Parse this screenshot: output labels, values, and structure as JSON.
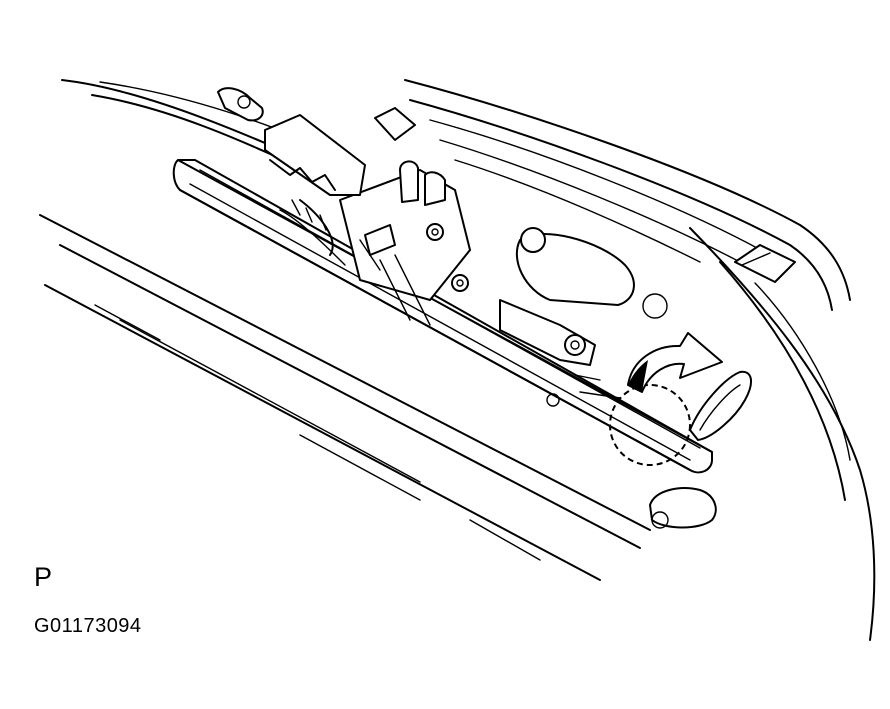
{
  "labels": {
    "view_letter": "P",
    "figure_code": "G01173094"
  },
  "icons": {
    "arrow": "curved-rotation-arrow"
  },
  "colors": {
    "ink": "#000000",
    "paper": "#ffffff"
  }
}
